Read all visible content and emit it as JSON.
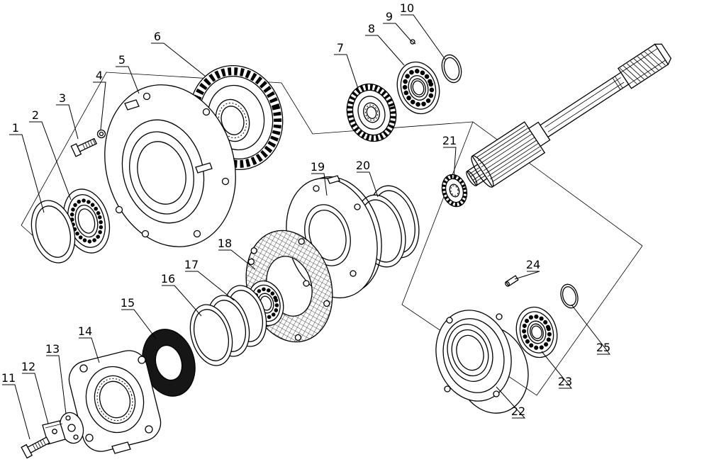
{
  "diagram": {
    "kind": "exploded-parts-diagram",
    "background": "#ffffff",
    "line_color": "#000000",
    "dark_fill": "#161616",
    "label_font_size": 16
  },
  "parts": [
    {
      "num": "1",
      "name": "snap-ring",
      "label": [
        22,
        186
      ],
      "target": [
        62,
        300
      ]
    },
    {
      "num": "2",
      "name": "bearing-race",
      "label": [
        50,
        168
      ],
      "target": [
        100,
        282
      ]
    },
    {
      "num": "3",
      "name": "bolt",
      "label": [
        88,
        144
      ],
      "target": [
        110,
        196
      ]
    },
    {
      "num": "4",
      "name": "washer",
      "label": [
        140,
        112
      ],
      "target": [
        142,
        183
      ]
    },
    {
      "num": "5",
      "name": "hub-housing",
      "label": [
        172,
        90
      ],
      "target": [
        196,
        132
      ]
    },
    {
      "num": "6",
      "name": "drive-gear",
      "label": [
        222,
        57
      ],
      "target": [
        290,
        108
      ]
    },
    {
      "num": "7",
      "name": "pinion-gear",
      "label": [
        480,
        73
      ],
      "target": [
        506,
        128
      ]
    },
    {
      "num": "8",
      "name": "ball-bearing",
      "label": [
        524,
        46
      ],
      "target": [
        570,
        92
      ]
    },
    {
      "num": "9",
      "name": "screw",
      "label": [
        549,
        29
      ],
      "target": [
        579,
        57
      ]
    },
    {
      "num": "10",
      "name": "seal-ring",
      "label": [
        574,
        17
      ],
      "target": [
        628,
        84
      ]
    },
    {
      "num": "11",
      "name": "bolt",
      "label": [
        12,
        539
      ],
      "target": [
        42,
        620
      ]
    },
    {
      "num": "12",
      "name": "lock-plate",
      "label": [
        40,
        523
      ],
      "target": [
        68,
        598
      ]
    },
    {
      "num": "13",
      "name": "cover-plate",
      "label": [
        74,
        498
      ],
      "target": [
        93,
        584
      ]
    },
    {
      "num": "14",
      "name": "retainer-housing",
      "label": [
        120,
        473
      ],
      "target": [
        140,
        512
      ]
    },
    {
      "num": "15",
      "name": "friction-disc",
      "label": [
        180,
        433
      ],
      "target": [
        220,
        478
      ]
    },
    {
      "num": "16",
      "name": "rings",
      "label": [
        237,
        399
      ],
      "target": [
        284,
        446
      ]
    },
    {
      "num": "17",
      "name": "ring",
      "label": [
        270,
        379
      ],
      "target": [
        330,
        424
      ]
    },
    {
      "num": "18",
      "name": "gasket",
      "label": [
        317,
        349
      ],
      "target": [
        360,
        380
      ]
    },
    {
      "num": "19",
      "name": "carrier-plate",
      "label": [
        448,
        241
      ],
      "target": [
        461,
        276
      ]
    },
    {
      "num": "20",
      "name": "rings",
      "label": [
        512,
        239
      ],
      "target": [
        533,
        278
      ]
    },
    {
      "num": "21",
      "name": "gear",
      "label": [
        634,
        204
      ],
      "target": [
        640,
        252
      ]
    },
    {
      "num": "22",
      "name": "bearing-retainer",
      "label": [
        731,
        586
      ],
      "target": [
        700,
        546
      ]
    },
    {
      "num": "23",
      "name": "ball-bearing",
      "label": [
        797,
        544
      ],
      "target": [
        764,
        496
      ]
    },
    {
      "num": "24",
      "name": "pin",
      "label": [
        752,
        379
      ],
      "target": [
        726,
        394
      ]
    },
    {
      "num": "25",
      "name": "o-ring",
      "label": [
        851,
        496
      ],
      "target": [
        806,
        430
      ]
    }
  ]
}
